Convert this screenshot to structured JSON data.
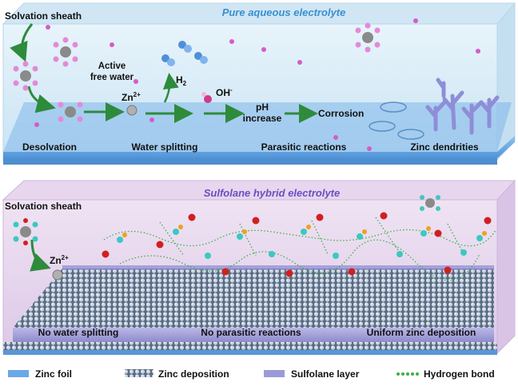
{
  "panels": {
    "top": {
      "title": "Pure aqueous electrolyte",
      "solvation_sheath": "Solvation sheath",
      "active_free_water": [
        "Active",
        "free water"
      ],
      "h2": "H",
      "h2_sub": "2",
      "zn_ion": "Zn",
      "zn_ion_sup": "2+",
      "oh": "OH",
      "oh_sup": "-",
      "ph_increase": [
        "pH",
        "increase"
      ],
      "corrosion": "Corrosion",
      "stages": [
        "Desolvation",
        "Water splitting",
        "Parasitic reactions",
        "Zinc dendrities"
      ]
    },
    "bottom": {
      "title": "Sulfolane hybrid electrolyte",
      "solvation_sheath": "Solvation sheath",
      "zn_ion": "Zn",
      "zn_ion_sup": "2+",
      "outcomes": [
        "No water splitting",
        "No parasitic reactions",
        "Uniform zinc deposition"
      ]
    }
  },
  "legend": [
    {
      "label": "Zinc foil",
      "icon": "zinc-foil-swatch"
    },
    {
      "label": "Zinc deposition",
      "icon": "zinc-deposition-swatch"
    },
    {
      "label": "Sulfolane layer",
      "icon": "sulfolane-layer-swatch"
    },
    {
      "label": "Hydrogen bond",
      "icon": "hydrogen-bond-dots"
    }
  ],
  "colors": {
    "top_box": "#d6eaf6",
    "bottom_box": "#e6d4ec",
    "zinc_foil": "#6aa8e8",
    "sulfolane": "#9a9ad8",
    "arrow_green": "#2e8b3c",
    "title_blue": "#3a8fd0",
    "title_purple": "#6a4fc0"
  }
}
